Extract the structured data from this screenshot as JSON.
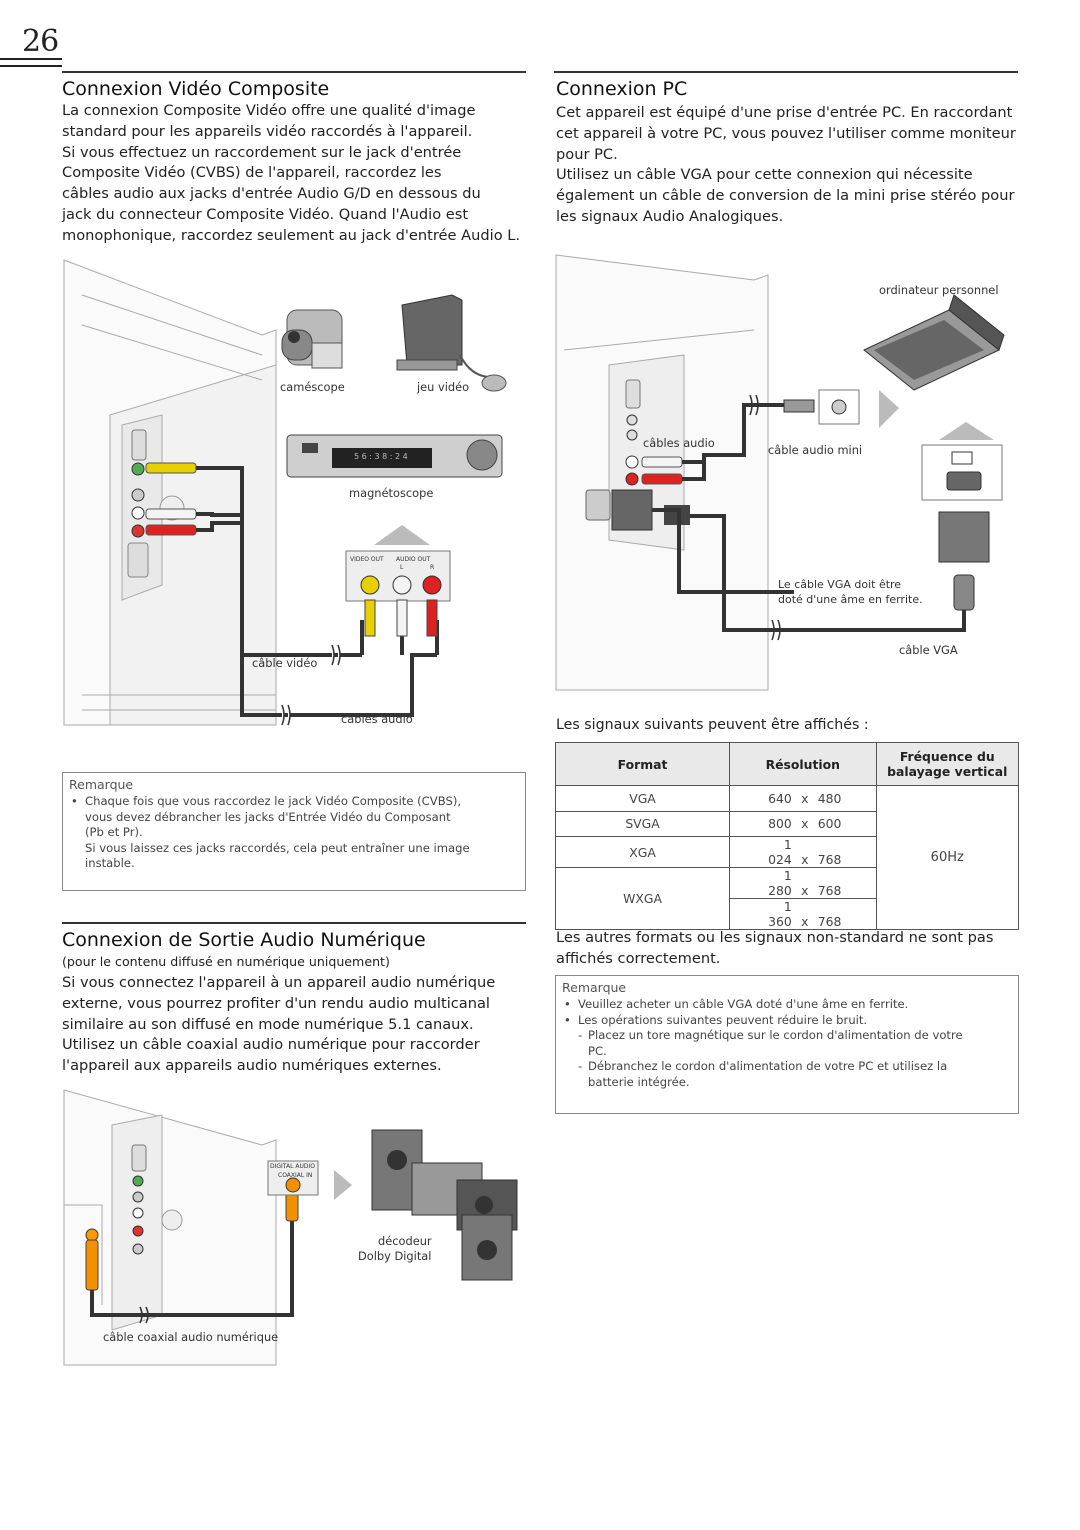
{
  "page_number": "26",
  "composite": {
    "heading": "Connexion Vidéo Composite",
    "paragraph": [
      "La connexion Composite Vidéo offre une qualité d'image",
      "standard pour les appareils vidéo raccordés à l'appareil.",
      "Si vous effectuez un raccordement sur le jack d'entrée",
      "Composite Vidéo (CVBS) de l'appareil, raccordez les",
      "câbles audio aux jacks d'entrée Audio G/D en dessous du",
      "jack du connecteur Composite Vidéo. Quand l'Audio est",
      "monophonique, raccordez seulement au jack d'entrée Audio L."
    ],
    "labels": {
      "camescope": "caméscope",
      "jeu_video": "jeu vidéo",
      "magnetoscope": "magnétoscope",
      "cable_video": "câble vidéo",
      "cables_audio": "câbles audio",
      "video_out": "VIDEO OUT",
      "audio_out": "AUDIO OUT",
      "audio_l": "L",
      "audio_r": "R",
      "vcr_display": "5 6 : 3 8 : 2 4"
    },
    "note_title": "Remarque",
    "note_bullet": [
      "Chaque fois que vous raccordez le jack Vidéo Composite (CVBS),",
      "vous devez débrancher les jacks d'Entrée Vidéo du Composant",
      "(Pb et Pr).",
      "Si vous laissez ces jacks raccordés, cela peut entraîner une image",
      "instable."
    ]
  },
  "digital_audio": {
    "heading": "Connexion de Sortie Audio Numérique",
    "subheading": "(pour le contenu diffusé en numérique uniquement)",
    "paragraph": [
      "Si vous connectez l'appareil à un appareil audio numérique",
      "externe, vous pourrez profiter d'un rendu audio multicanal",
      "similaire au son diffusé en mode numérique 5.1 canaux.",
      "Utilisez un câble coaxial audio numérique pour raccorder",
      "l'appareil aux appareils audio numériques externes."
    ],
    "labels": {
      "digital_audio_in": "DIGITAL AUDIO",
      "coaxial_in": "COAXIAL IN",
      "decodeur": "décodeur",
      "dolby": "Dolby Digital",
      "cable_coaxial": "câble coaxial audio numérique"
    }
  },
  "pc": {
    "heading": "Connexion PC",
    "paragraph": [
      "Cet appareil est équipé d'une prise d'entrée PC. En raccordant",
      "cet appareil à votre PC, vous pouvez l'utiliser comme moniteur",
      "pour PC.",
      "Utilisez un câble VGA pour cette connexion qui nécessite",
      "également un câble de conversion de la mini prise stéréo pour",
      "les signaux Audio Analogiques."
    ],
    "labels": {
      "ordinateur": "ordinateur personnel",
      "cables_audio": "câbles audio",
      "cable_audio_mini": "câble audio mini",
      "ferrite_1": "Le câble VGA doit être",
      "ferrite_2": "doté d'une âme en ferrite.",
      "cable_vga": "câble VGA"
    },
    "signals_intro": "Les signaux suivants peuvent être affichés :",
    "table": {
      "headers": [
        "Format",
        "Résolution",
        "Fréquence du",
        "balayage vertical"
      ],
      "rows": [
        {
          "format": "VGA",
          "w": "640",
          "x": "x",
          "h": "480"
        },
        {
          "format": "SVGA",
          "w": "800",
          "x": "x",
          "h": "600"
        },
        {
          "format": "XGA",
          "w": "1 024",
          "x": "x",
          "h": "768"
        },
        {
          "format": "WXGA",
          "w": "1 280",
          "x": "x",
          "h": "768"
        },
        {
          "format": "",
          "w": "1 360",
          "x": "x",
          "h": "768"
        }
      ],
      "frequency": "60Hz"
    },
    "other_formats": [
      "Les autres formats ou les signaux non-standard ne sont pas",
      "affichés correctement."
    ],
    "note_title": "Remarque",
    "notes": {
      "b1": "Veuillez acheter un câble VGA doté d'une âme en ferrite.",
      "b2": "Les opérations suivantes peuvent réduire le bruit.",
      "d1a": "Placez un tore magnétique sur le cordon d'alimentation de votre",
      "d1b": "PC.",
      "d2a": "Débranchez le cordon d'alimentation de votre PC et utilisez la",
      "d2b": "batterie intégrée."
    }
  }
}
